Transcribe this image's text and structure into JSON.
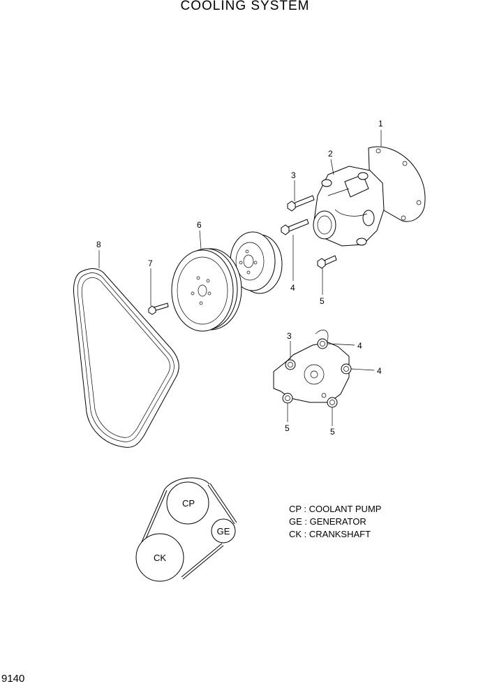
{
  "title": "COOLING SYSTEM",
  "page_number": "9140",
  "callouts": {
    "c1": "1",
    "c2": "2",
    "c3a": "3",
    "c4a": "4",
    "c5a": "5",
    "c6": "6",
    "c7": "7",
    "c8": "8",
    "c3b": "3",
    "c4b": "4",
    "c4c": "4",
    "c5b": "5",
    "c5c": "5"
  },
  "pulleys": {
    "cp": "CP",
    "ge": "GE",
    "ck": "CK"
  },
  "legend": [
    "CP : COOLANT PUMP",
    "GE : GENERATOR",
    "CK : CRANKSHAFT"
  ]
}
